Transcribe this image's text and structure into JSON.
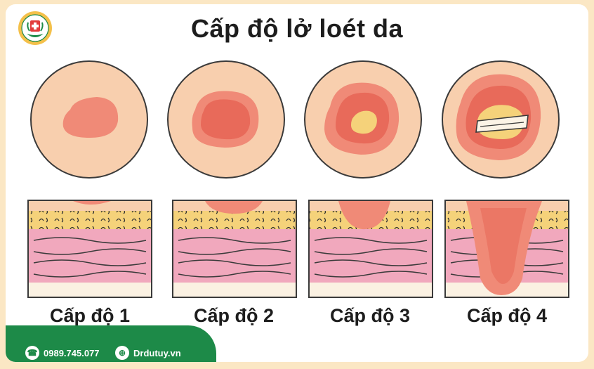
{
  "title": "Cấp độ lở loét da",
  "stages": [
    {
      "label": "Cấp độ 1"
    },
    {
      "label": "Cấp độ 2"
    },
    {
      "label": "Cấp độ 3"
    },
    {
      "label": "Cấp độ 4"
    }
  ],
  "footer": {
    "phone": "0989.745.077",
    "website": "Drdutuy.vn",
    "phone_icon": "phone-icon",
    "web_icon": "globe-icon"
  },
  "colors": {
    "skin": "#f8cfae",
    "wound_light": "#f08a77",
    "wound_dark": "#e86a5a",
    "fat": "#f5d27a",
    "muscle": "#f1a8bd",
    "brand_green": "#1d8a48",
    "border": "#f6dfb5"
  }
}
